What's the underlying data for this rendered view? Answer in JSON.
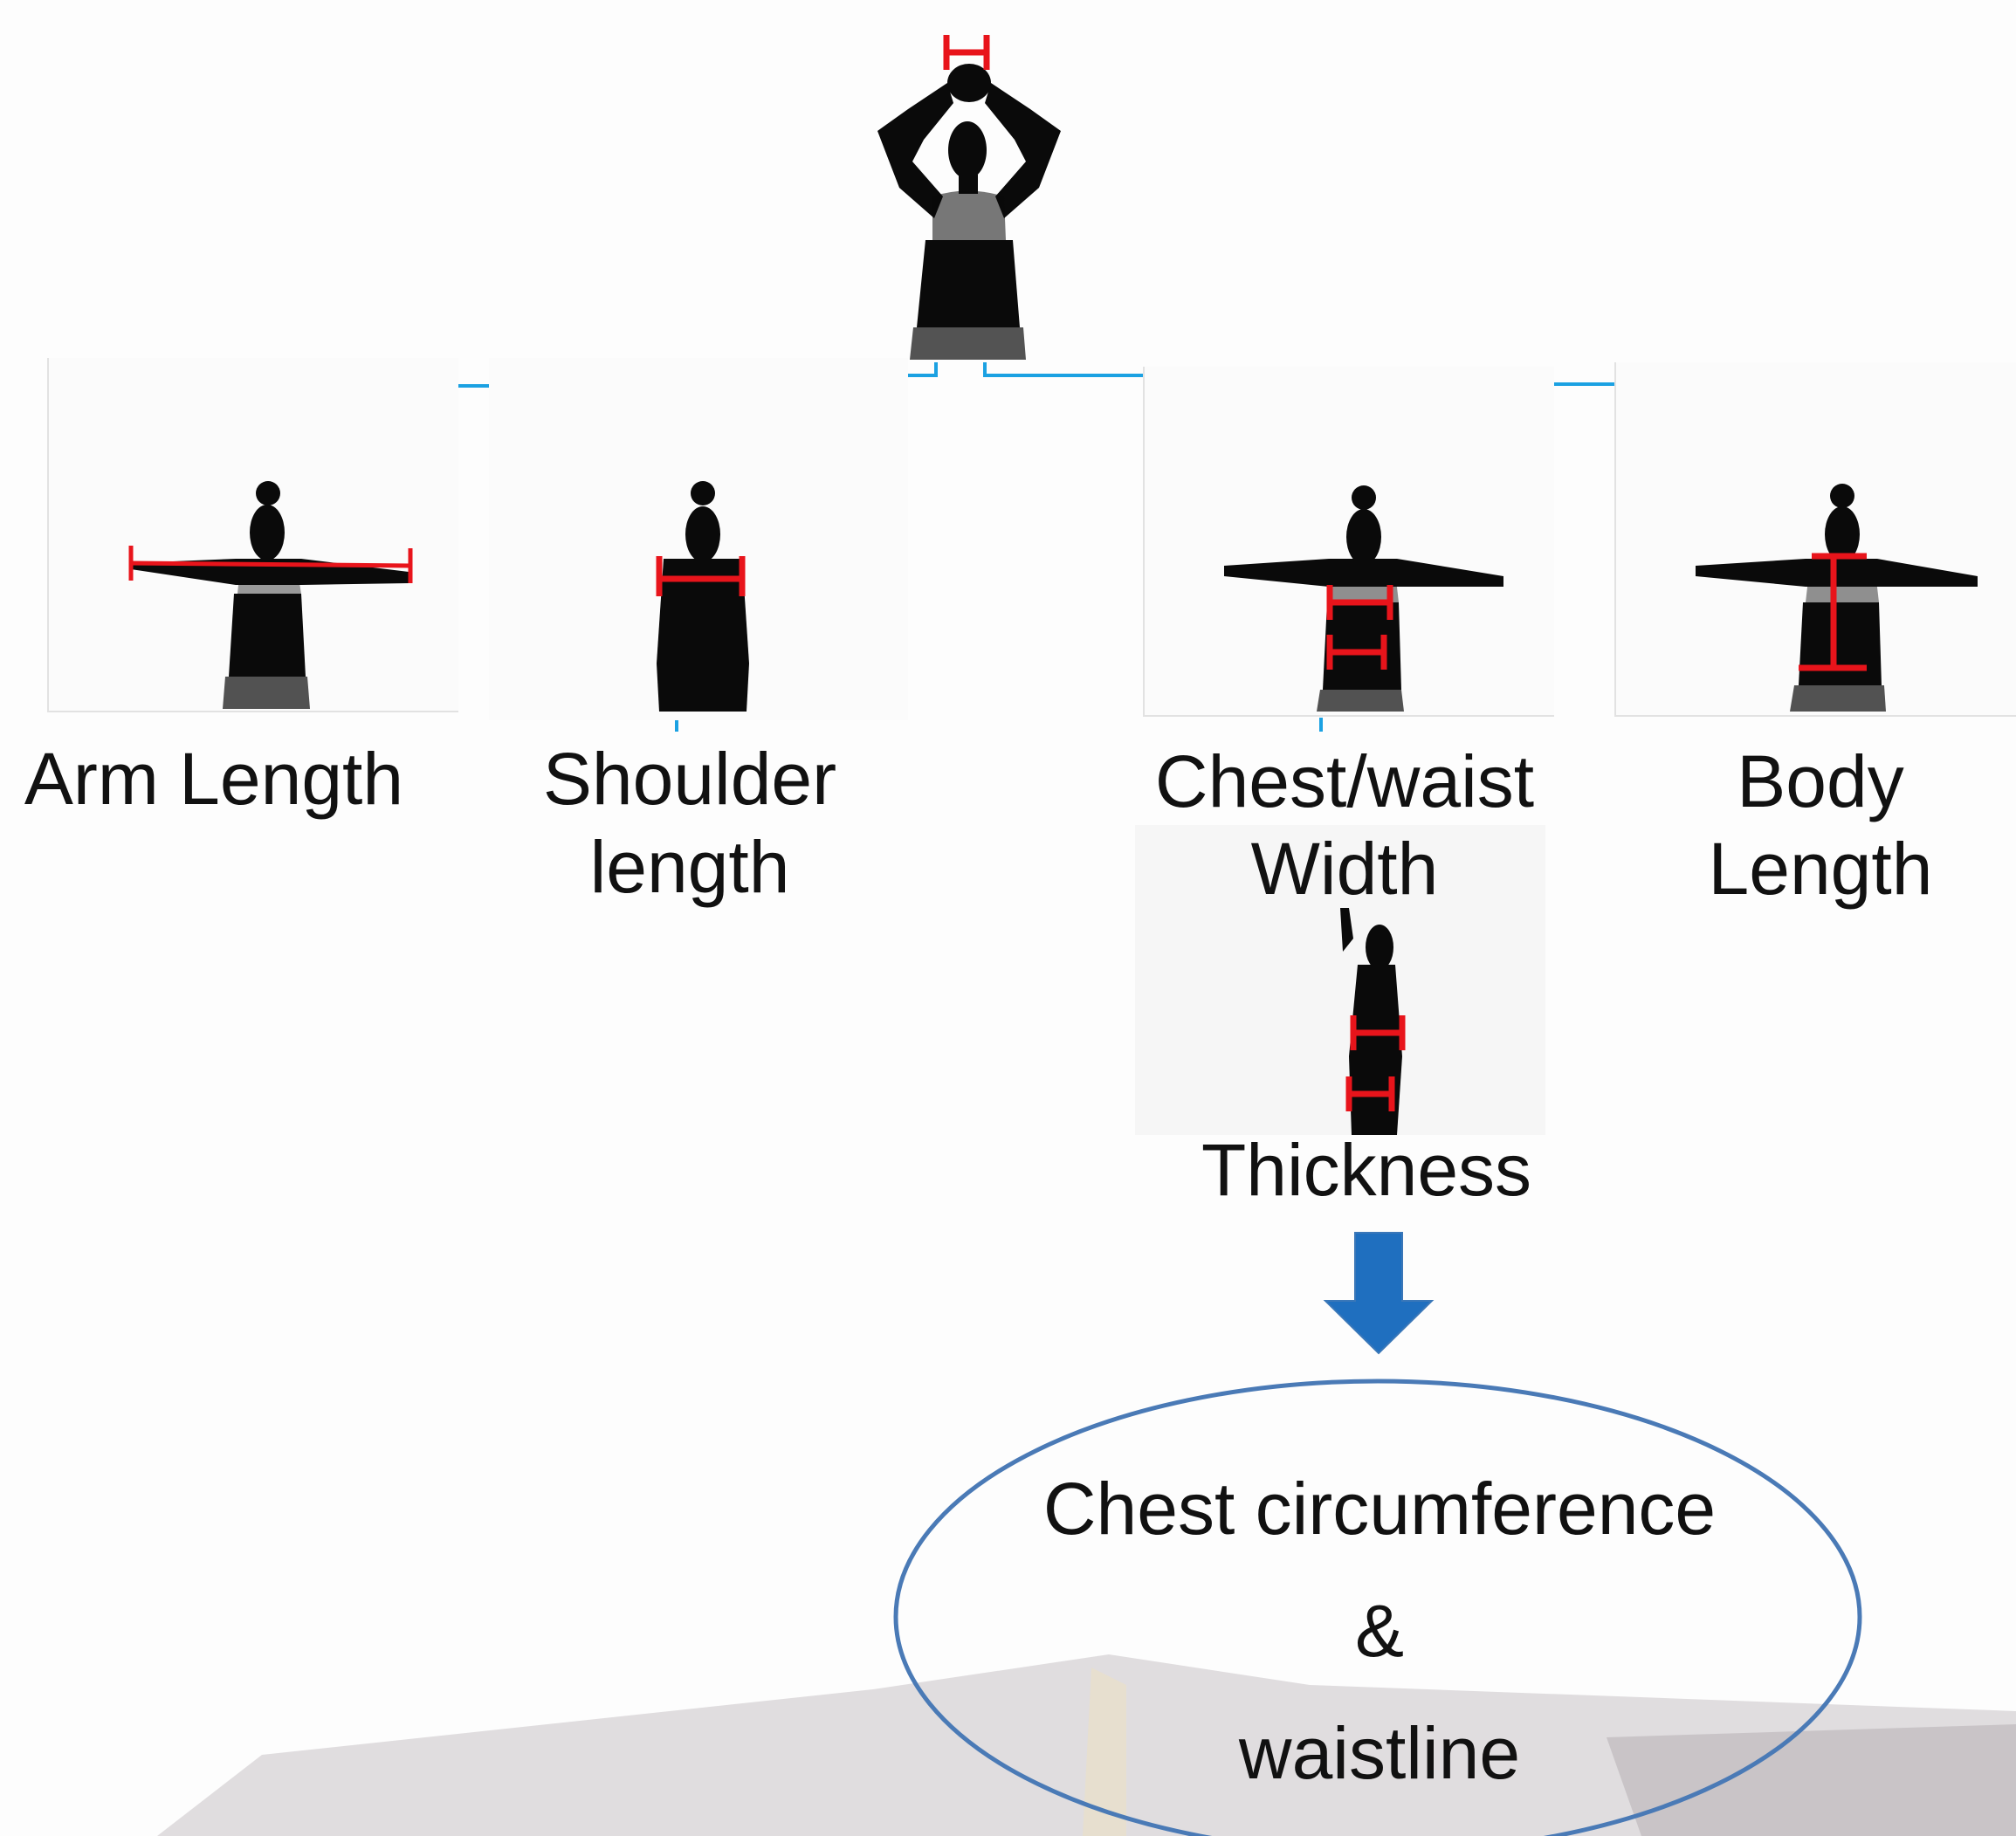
{
  "diagram": {
    "labels": {
      "arm_length": "Arm Length",
      "shoulder_length_line1": "Shoulder",
      "shoulder_length_line2": "length",
      "chest_waist_line1": "Chest/waist",
      "chest_waist_line2": "Width",
      "body_length_line1": "Body",
      "body_length_line2": "Length",
      "thickness": "Thickness",
      "result_line1": "Chest circumference",
      "result_line2": "&",
      "result_line3": "waistline"
    },
    "colors": {
      "connector": "#1ba1e2",
      "measure": "#e8141b",
      "silhouette": "#0a0a0a",
      "arrow": "#1f6fbf",
      "ellipse": "#4a7ab6",
      "background_shape": "#cfcacd"
    }
  }
}
